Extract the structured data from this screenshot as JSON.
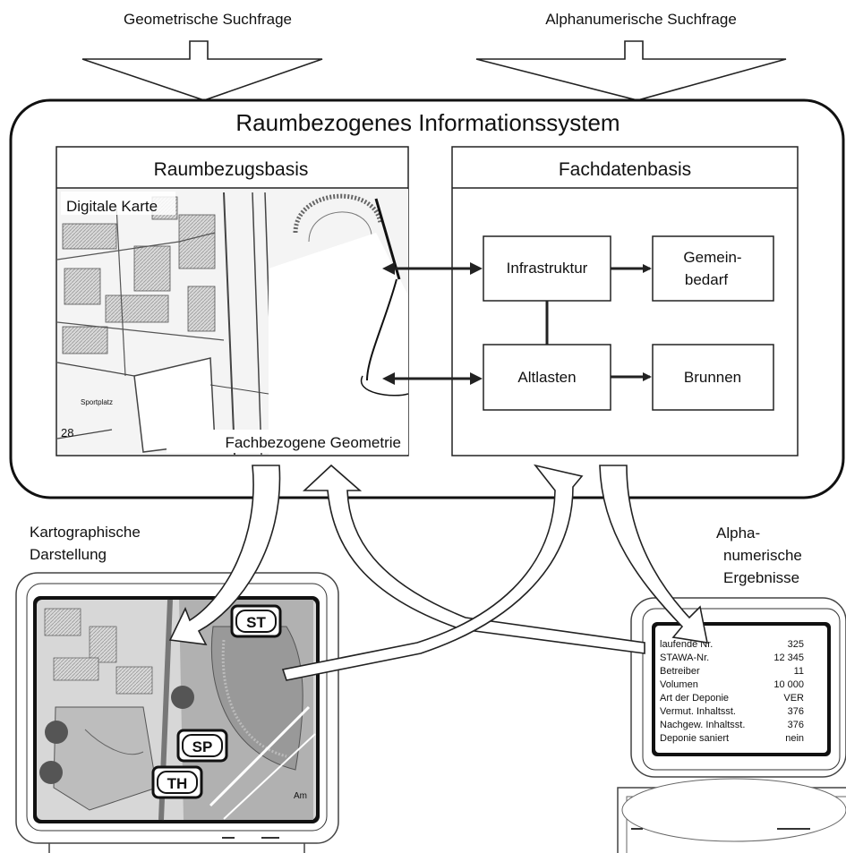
{
  "queries": {
    "geometric": "Geometrische Suchfrage",
    "alphanumeric": "Alphanumerische Suchfrage"
  },
  "system_title": "Raumbezogenes Informationssystem",
  "raumbezug": {
    "title": "Raumbezugsbasis",
    "map_label": "Digitale Karte",
    "geometry_label": "Fachbezogene Geometrie",
    "map_text_sportplatz": "Sportplatz",
    "map_text_28": "28"
  },
  "fachdaten": {
    "title": "Fachdatenbasis",
    "infrastruktur": "Infrastruktur",
    "gemeinbedarf_1": "Gemein-",
    "gemeinbedarf_2": "bedarf",
    "altlasten": "Altlasten",
    "brunnen": "Brunnen"
  },
  "output_left": {
    "label_1": "Kartographische",
    "label_2": "Darstellung",
    "badges": [
      "ST",
      "SP",
      "TH"
    ],
    "map_text_am": "Am"
  },
  "output_right": {
    "label_1": "Alpha-",
    "label_2": "numerische",
    "label_3": "Ergebnisse",
    "rows": [
      {
        "key": "laufende Nr.",
        "value": "325"
      },
      {
        "key": "STAWA-Nr.",
        "value": "12  345"
      },
      {
        "key": "Betreiber",
        "value": "11"
      },
      {
        "key": "Volumen",
        "value": "10  000"
      },
      {
        "key": "Art der Deponie",
        "value": "VER"
      },
      {
        "key": "Vermut. Inhaltsst.",
        "value": "376"
      },
      {
        "key": "Nachgew. Inhaltsst.",
        "value": "376"
      },
      {
        "key": "Deponie saniert",
        "value": "nein"
      }
    ]
  }
}
